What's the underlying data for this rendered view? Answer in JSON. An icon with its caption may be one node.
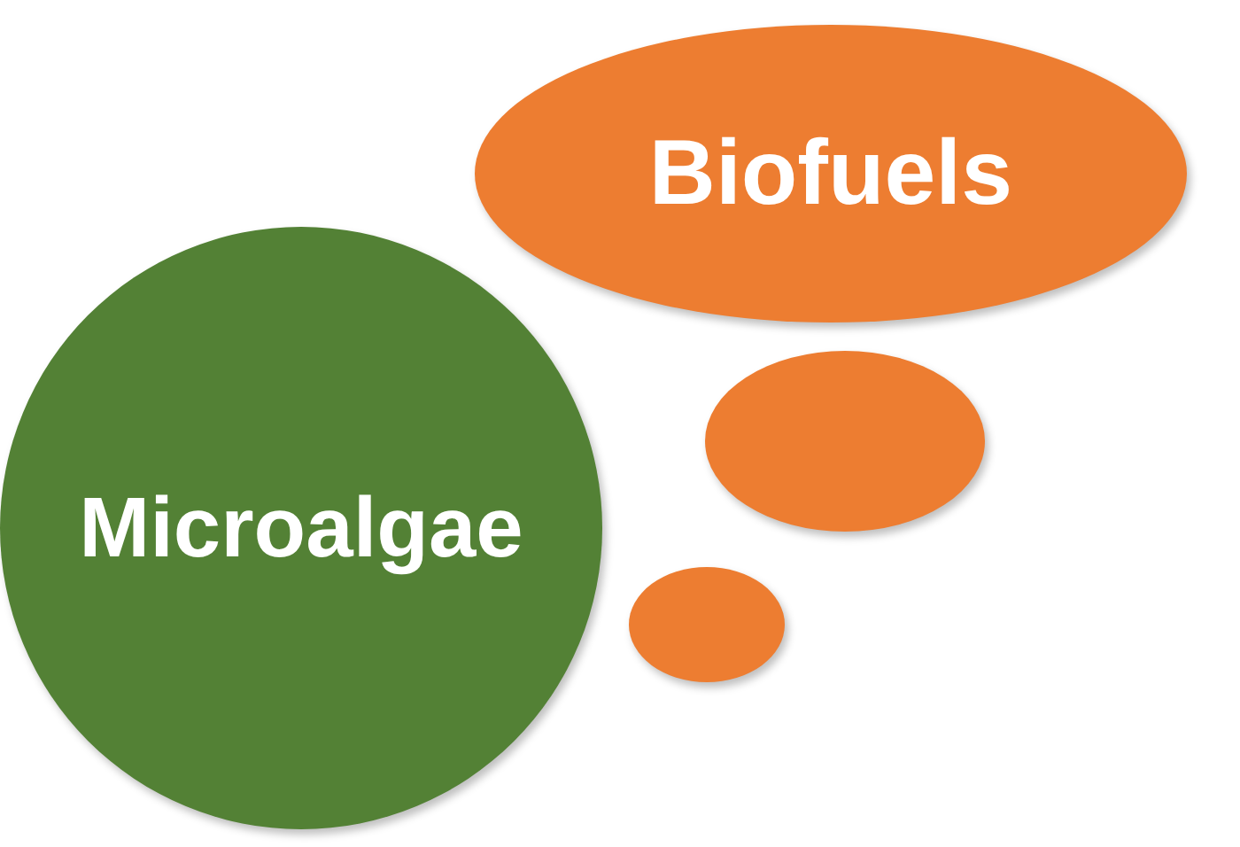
{
  "diagram": {
    "nodes": [
      {
        "text": [
          "Microalgae"
        ]
      },
      {
        "text": [
          "Biofuels"
        ]
      },
      {
        "text": [],
        "shape": "circle"
      },
      {
        "text": [],
        "shape": "circle"
      }
    ]
  }
}
